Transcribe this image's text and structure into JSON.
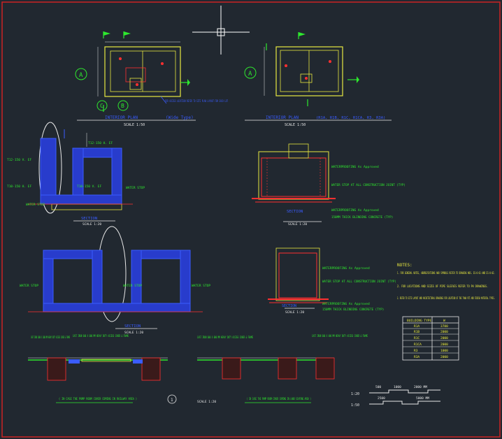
{
  "drawing": {
    "plan_1_title": "INTERIOR PLAN",
    "plan_1_subtitle": "(Wide Type)",
    "plan_1_scale": "SCALE 1:50",
    "plan_1_note": "FOR ACCESS LOCATION REFER TO SITE PLAN LAYOUT FOR EACH LOT",
    "plan_2_title": "INTERIOR PLAN",
    "plan_2_subtitle": "(R1A, R1B, R1C, R1CA, R3, R3A)",
    "plan_2_scale": "SCALE 1:50",
    "section_1_title": "SECTION",
    "section_1_scale": "SCALE 1:20",
    "section_2_title": "SECTION",
    "section_2_scale": "SCALE 1:20",
    "section_3_title": "SECTION",
    "section_3_scale": "SCALE 1:20",
    "section_4_title": "SECTION",
    "section_4_scale": "SCALE 1:20",
    "cover_detail_scale": "SCALE 1:20",
    "cover_note_1": "( IN CASE THE PUMP ROOM COVER COMING IN RAILWAY AREA )",
    "cover_note_2": "( IN CASE THE PUMP ROOM COVER COMING IN LAND SCAPING AREA )",
    "cast_iron_1": "CAST IRON 1000 X 1000 MM HEAVY DUTY ACCESS COVER & FRAME",
    "cast_iron_2": "CAST IRON 600 X 600 MM HEAVY DUTY ACCESS COVER & FRAME",
    "cast_iron_3": "CAST IRON 600 X 600 MM HEAVY DUTY ACCESS COVER & FRAME",
    "cast_iron_4": "CAST IRON 600 X 400 MM HEAVY DUTY ACCESS COVER & FRAME",
    "notes_title": "NOTES:",
    "note_1": "1. FOR GENERAL NOTES, ABBREVIATIONS AND SYMBOLS REFER TO DRAWING NOS. ES-0-01 AND ES-0-02.",
    "note_2": "2. FOR LOCATIONS AND SIZES OF PIPE SLEEVES REFER TO PH DRAWINGS.",
    "note_3": "3. REFER TO SITE LAYOUT AND ARCHITECTURAL DRAWINGS FOR LOCATION OF THE TANK PIT AND FINISH MATERIAL TYPES.",
    "table_header_type": "BUILDING TYPE",
    "table_header_val": "W",
    "table_rows": [
      {
        "type": "R1A",
        "val": "3700"
      },
      {
        "type": "R1B",
        "val": "2000"
      },
      {
        "type": "R1C",
        "val": "2000"
      },
      {
        "type": "R1CA",
        "val": "2000"
      },
      {
        "type": "R3",
        "val": "1000"
      },
      {
        "type": "R3A",
        "val": "2000"
      }
    ],
    "scale_bar_1": "1:20",
    "scale_bar_2": "1:50",
    "scale_bar_1_ticks": [
      "500",
      "1000",
      "2000 MM"
    ],
    "scale_bar_2_ticks": [
      "2500",
      "5000 MM"
    ],
    "waterproofing_1": "WATERPROOFING As Approved",
    "waterproofing_2": "WATERPROOFING As Approved",
    "waterproofing_3": "WATERPROOFING As Approved",
    "waterproofing_4": "WATERPROOFING As Approved",
    "water_stop_1": "WATER STOP AT ALL CONSTRUCTION JOINT (TYP)",
    "water_stop_2": "WATER STOP AT ALL CONSTRUCTION JOINT (TYP)",
    "blinding_1": "150MM THICK BLINDING CONCRETE (TYP)",
    "blinding_2": "150MM THICK BLINDING CONCRETE (TYP)",
    "water_stop_label_1": "WATER STOP",
    "water_stop_label_2": "WATER STOP",
    "water_stop_label_3": "WATER STOP",
    "water_stop_label_4": "WATER STOP",
    "water_stop_label_5": "WATER STOP",
    "grid_a_1": "A",
    "grid_a_2": "A",
    "grid_c_1": "C",
    "grid_b_1": "B",
    "grid_1_1": "1",
    "rebar_labels": [
      "T12-150 V. EF",
      "T12-150 H. EF",
      "T10-150 H. EF",
      "T10-150 V. EF"
    ]
  }
}
